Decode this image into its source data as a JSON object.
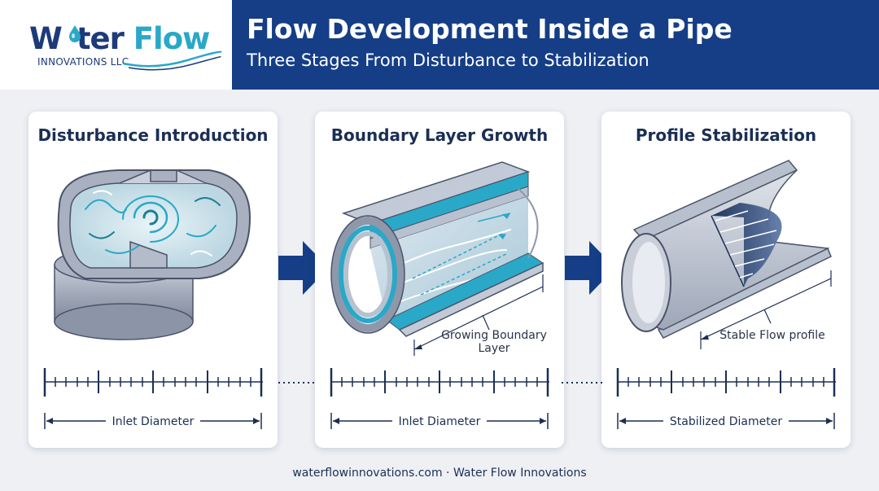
{
  "logo": {
    "name_part1": "W",
    "name_part2": "ter",
    "name_part3": "Flow",
    "tagline": "INNOVATIONS LLC",
    "icon": "water-drop-icon"
  },
  "header": {
    "title": "Flow Development Inside a Pipe",
    "subtitle": "Three Stages From Disturbance to Stabilization"
  },
  "colors": {
    "navy": "#153e87",
    "teal": "#2aa8c8",
    "pipe": "#9aa3b5",
    "background": "#eef0f4"
  },
  "panels": [
    {
      "title": "Disturbance Introduction",
      "dimension_label": "Inlet Diameter",
      "illustration": "elbow-pipe-swirl"
    },
    {
      "title": "Boundary Layer Growth",
      "callout": "Growing Boundary Layer",
      "dimension_label": "Inlet Diameter",
      "illustration": "layered-pipe-cutaway"
    },
    {
      "title": "Profile Stabilization",
      "callout": "Stable Flow profile",
      "dimension_label": "Stabilized Diameter",
      "illustration": "pipe-velocity-profile"
    }
  ],
  "arrows": [
    "right-arrow-icon",
    "right-arrow-icon"
  ],
  "footer": "waterflowinnovations.com · Water Flow Innovations"
}
